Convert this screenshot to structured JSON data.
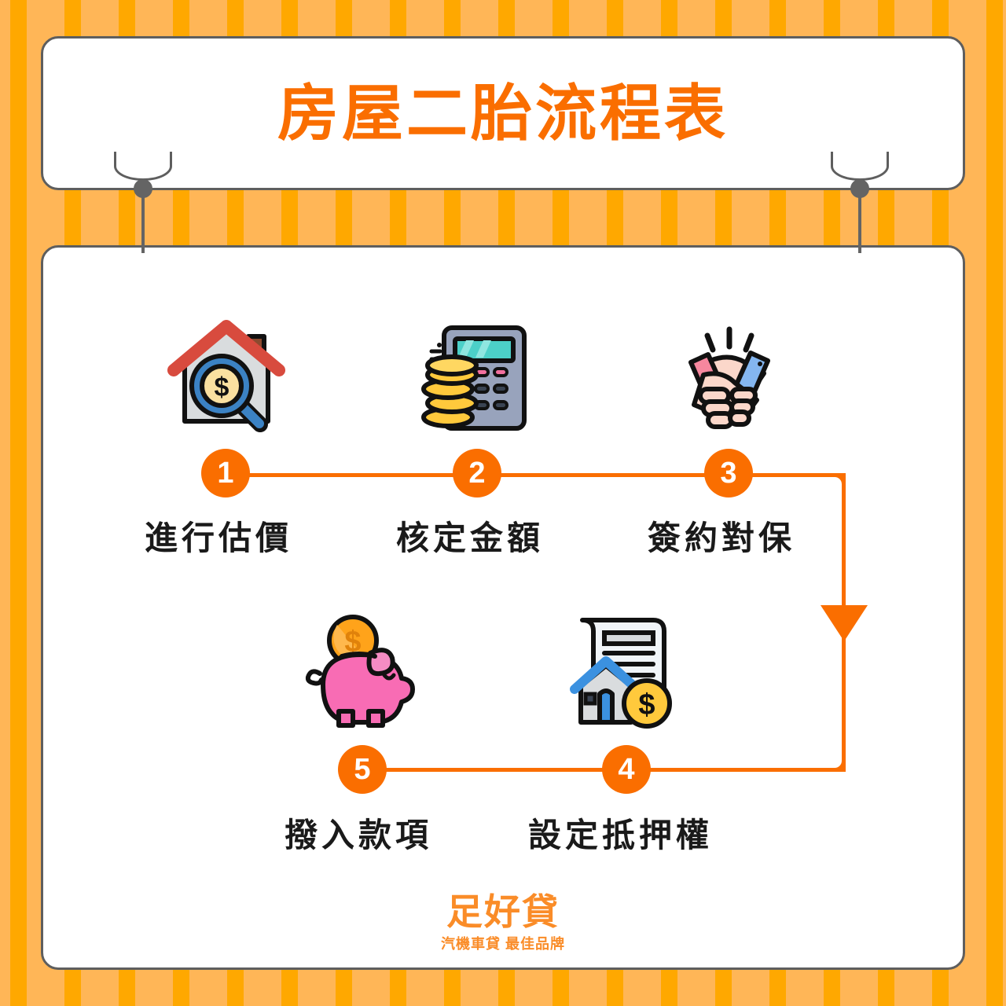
{
  "title": {
    "text": "房屋二胎流程表"
  },
  "colors": {
    "accent": "#FA6E00",
    "stripe_light": "#FFB657",
    "stripe_dark": "#FFA800",
    "card_border": "#5E5E5E",
    "label_text": "#1A1A1A",
    "logo": "#FA8C28"
  },
  "steps": [
    {
      "number": "1",
      "label": "進行估價",
      "icon": "house-appraisal-icon"
    },
    {
      "number": "2",
      "label": "核定金額",
      "icon": "calculator-coins-icon"
    },
    {
      "number": "3",
      "label": "簽約對保",
      "icon": "handshake-icon"
    },
    {
      "number": "4",
      "label": "設定抵押權",
      "icon": "mortgage-document-icon"
    },
    {
      "number": "5",
      "label": "撥入款項",
      "icon": "piggy-bank-icon"
    }
  ],
  "flow": {
    "arrow": "arrow-down-icon"
  },
  "logo": {
    "name": "足好貸",
    "tagline": "汽機車貸  最佳品牌"
  }
}
